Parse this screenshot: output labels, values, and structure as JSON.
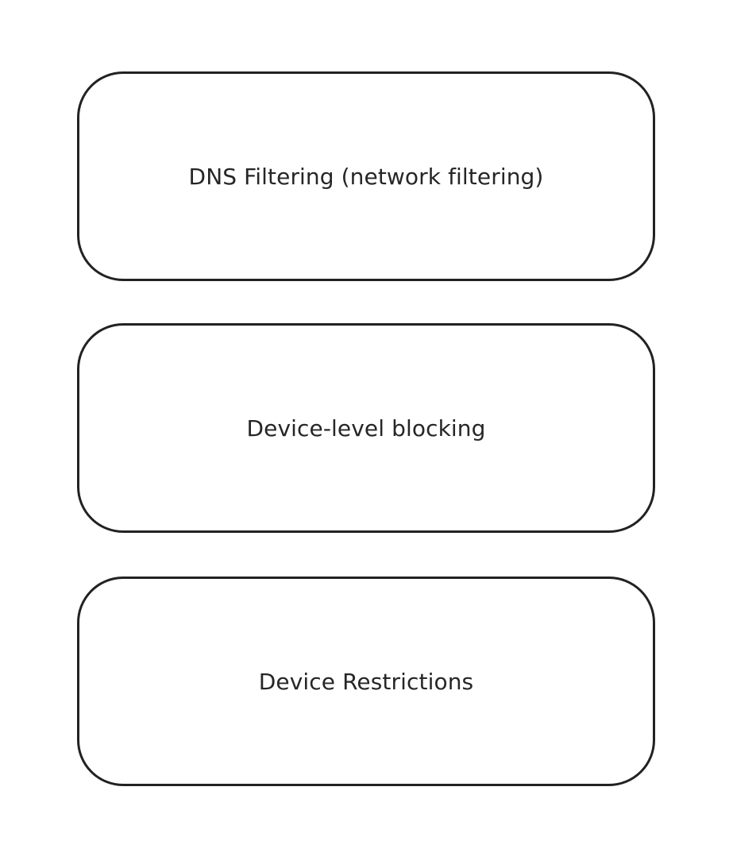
{
  "diagram": {
    "boxes": [
      {
        "label": "DNS Filtering (network filtering)"
      },
      {
        "label": "Device-level blocking"
      },
      {
        "label": "Device Restrictions"
      }
    ],
    "colors": {
      "stroke": "#222222",
      "text": "#262626",
      "background": "#ffffff"
    }
  }
}
